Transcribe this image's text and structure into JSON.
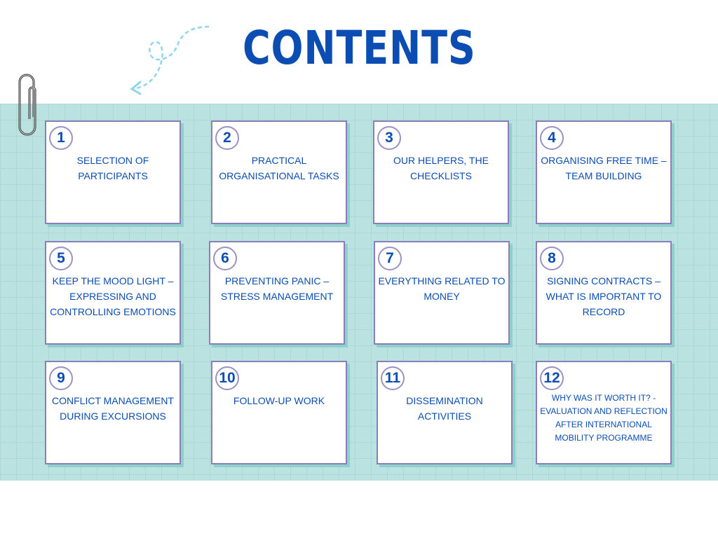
{
  "title": "CONTENTS",
  "colors": {
    "accent": "#0b4db3",
    "background": "#bae2e0"
  },
  "items": [
    {
      "num": "1",
      "text": "Selection of\nparticipants"
    },
    {
      "num": "2",
      "text": "Practical\norganisational tasks"
    },
    {
      "num": "3",
      "text": "Our helpers, the\nchecklists"
    },
    {
      "num": "4",
      "text": "Organising free time –\nteam building"
    },
    {
      "num": "5",
      "text": "Keep the mood light –\nexpressing and\ncontrolling emotions"
    },
    {
      "num": "6",
      "text": "Preventing panic –\nstress management"
    },
    {
      "num": "7",
      "text": "Everything related to\nmoney"
    },
    {
      "num": "8",
      "text": "Signing contracts –\nwhat is important to\nrecord"
    },
    {
      "num": "9",
      "text": "Conflict management\nduring excursions"
    },
    {
      "num": "10",
      "text": "Follow-up work"
    },
    {
      "num": "11",
      "text": "Dissemination\nactivities"
    },
    {
      "num": "12",
      "text": "Why was it worth it? -\nevaluation and reflection\nafter international mobility\nprogramme"
    }
  ]
}
